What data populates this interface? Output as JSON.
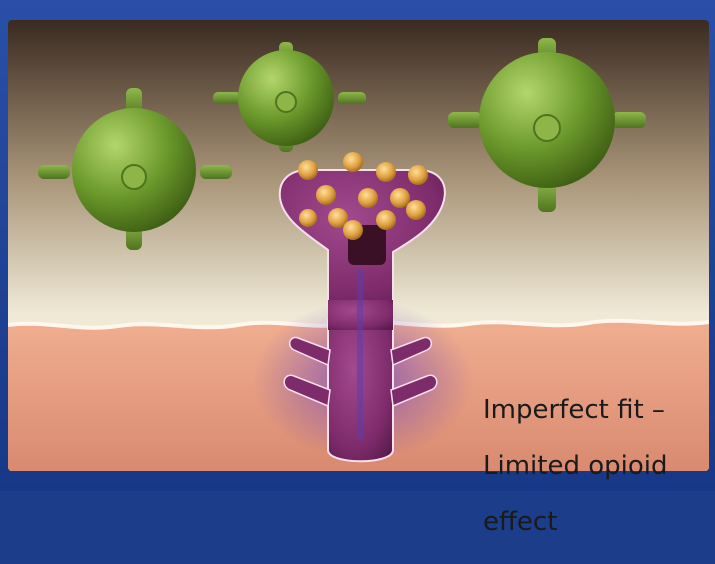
{
  "caption": {
    "line1": "Imperfect fit –",
    "line2": "Limited opioid",
    "line3": "effect"
  },
  "colors": {
    "frame": "#1f43a0",
    "sky_top": "#3a2a20",
    "sky_bottom": "#f0ebd9",
    "membrane": "#e9a48a",
    "receptor": "#7e2b6b",
    "molecule_green": "#6c9a2c",
    "particle_gold": "#e0a040"
  },
  "icons": {
    "free_molecules": "spiked-sphere-icon",
    "bound_particles": "hexagon-particle-icon",
    "receptor": "receptor-icon"
  }
}
